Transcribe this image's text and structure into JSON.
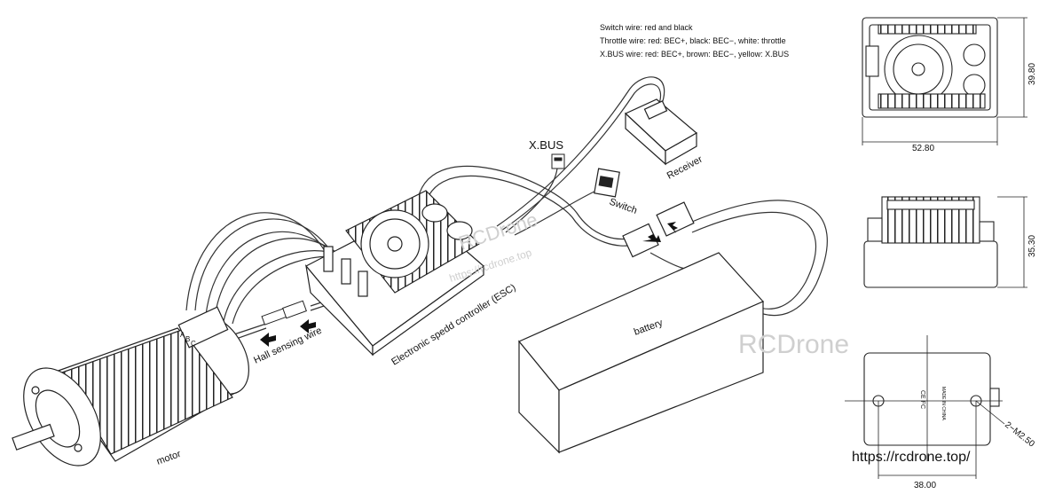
{
  "notes": {
    "line1": "Switch wire: red and black",
    "line2": "Throttle wire: red: BEC+, black: BEC−, white: throttle",
    "line3": "X.BUS wire: red: BEC+, brown: BEC−, yellow: X.BUS"
  },
  "labels": {
    "xbus": "X.BUS",
    "switch": "Switch",
    "receiver": "Receiver",
    "esc": "Electronic spedd controller (ESC)",
    "hall": "Hall sensing wire",
    "battery": "battery",
    "motor": "motor",
    "phase_a": "A",
    "phase_b": "B",
    "phase_c": "C"
  },
  "dimensions": {
    "top_width": "52.80",
    "top_height": "39.80",
    "side_height": "35.30",
    "bottom_width": "38.00",
    "hole_spec": "2−M2.50"
  },
  "watermarks": {
    "center": "RCDrone",
    "center_url": "https://rcdrone.top",
    "right": "RCDrone",
    "url": "https://rcdrone.top/"
  },
  "product_marks": {
    "made_in": "MADE IN CHINA",
    "cert": "CE FC"
  }
}
